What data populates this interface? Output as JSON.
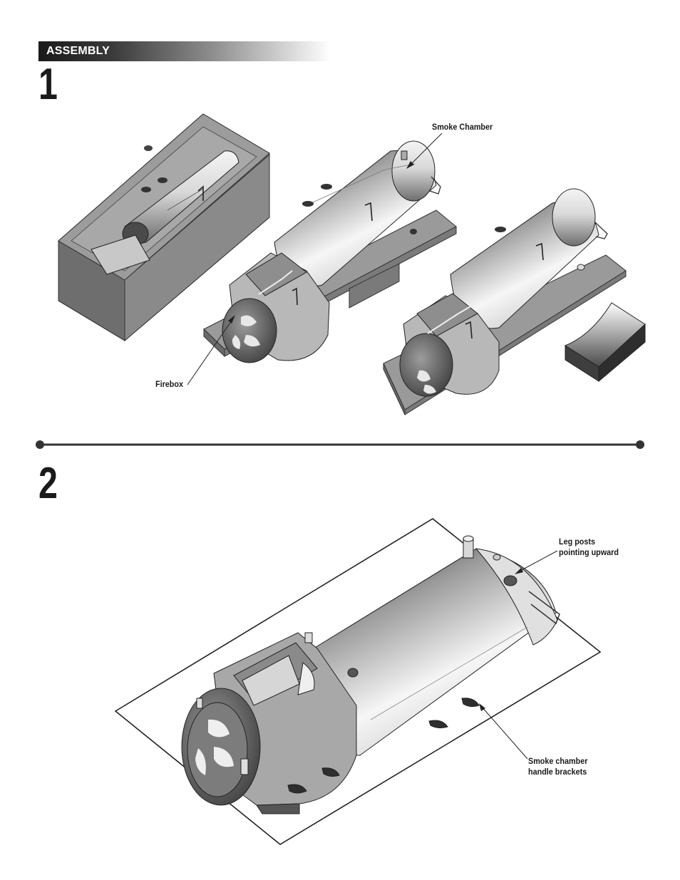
{
  "header": {
    "section_title": "ASSEMBLY"
  },
  "steps": [
    {
      "number": "1",
      "labels": {
        "smoke_chamber": "Smoke Chamber",
        "firebox": "Firebox"
      }
    },
    {
      "number": "2",
      "labels": {
        "leg_posts_line1": "Leg posts",
        "leg_posts_line2": "pointing upward",
        "handle_brackets_line1": "Smoke chamber",
        "handle_brackets_line2": "handle brackets"
      }
    }
  ]
}
